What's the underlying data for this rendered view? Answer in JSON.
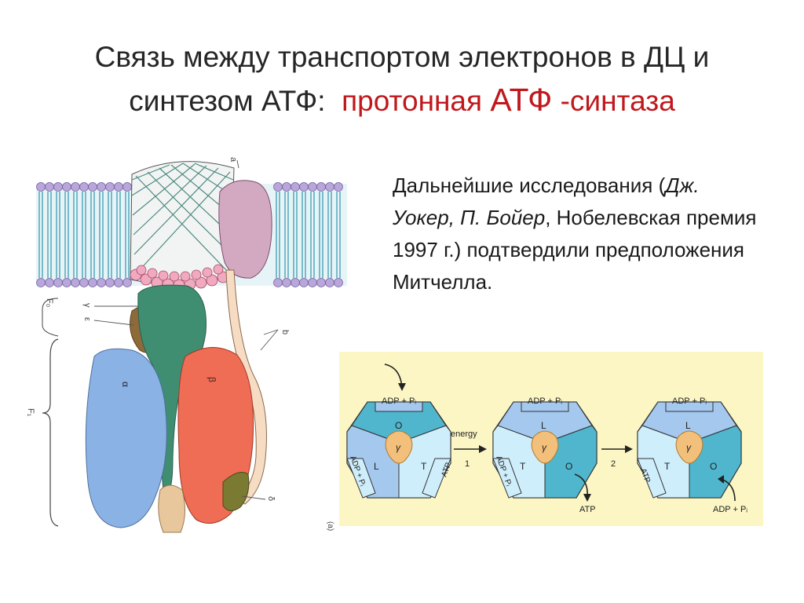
{
  "slide": {
    "title_line1": "Связь между транспортом электронов в ДЦ и",
    "title_line2_prefix": "синтезом АТФ:",
    "title_red_small1": "протонная",
    "title_red_big": "АТФ",
    "title_red_small2": "-синтаза",
    "body": {
      "p1": "Дальнейшие исследования (",
      "names": "Дж. Уокер, П. Бойер",
      "p2": ", Нобелевская премия 1997 г.) подтвердили предположения Митчелла."
    }
  },
  "left_figure": {
    "labels": {
      "a": "a",
      "F0": "F₀",
      "gamma": "γ",
      "epsilon": "ε",
      "b": "b",
      "alpha": "α",
      "beta": "β",
      "F1": "F₁",
      "delta": "δ",
      "panel": "(a)"
    }
  },
  "right_figure": {
    "labels": {
      "adp_pi": "ADP + Pᵢ",
      "atp": "ATP",
      "energy": "energy",
      "step1": "1",
      "step2": "2",
      "gamma": "γ",
      "O": "O",
      "L": "L",
      "T": "T"
    }
  },
  "colors": {
    "title_red": "#c0181c",
    "panel_bg": "#fbf6c4",
    "light_blue": "#cfeefb",
    "medium_blue": "#a4c8ee",
    "teal": "#4fb6cd",
    "gamma_orange": "#f2c07a",
    "alpha_blue": "#8bb2e4",
    "beta_red": "#ef6c55",
    "stalk_green": "#3f8e72"
  }
}
